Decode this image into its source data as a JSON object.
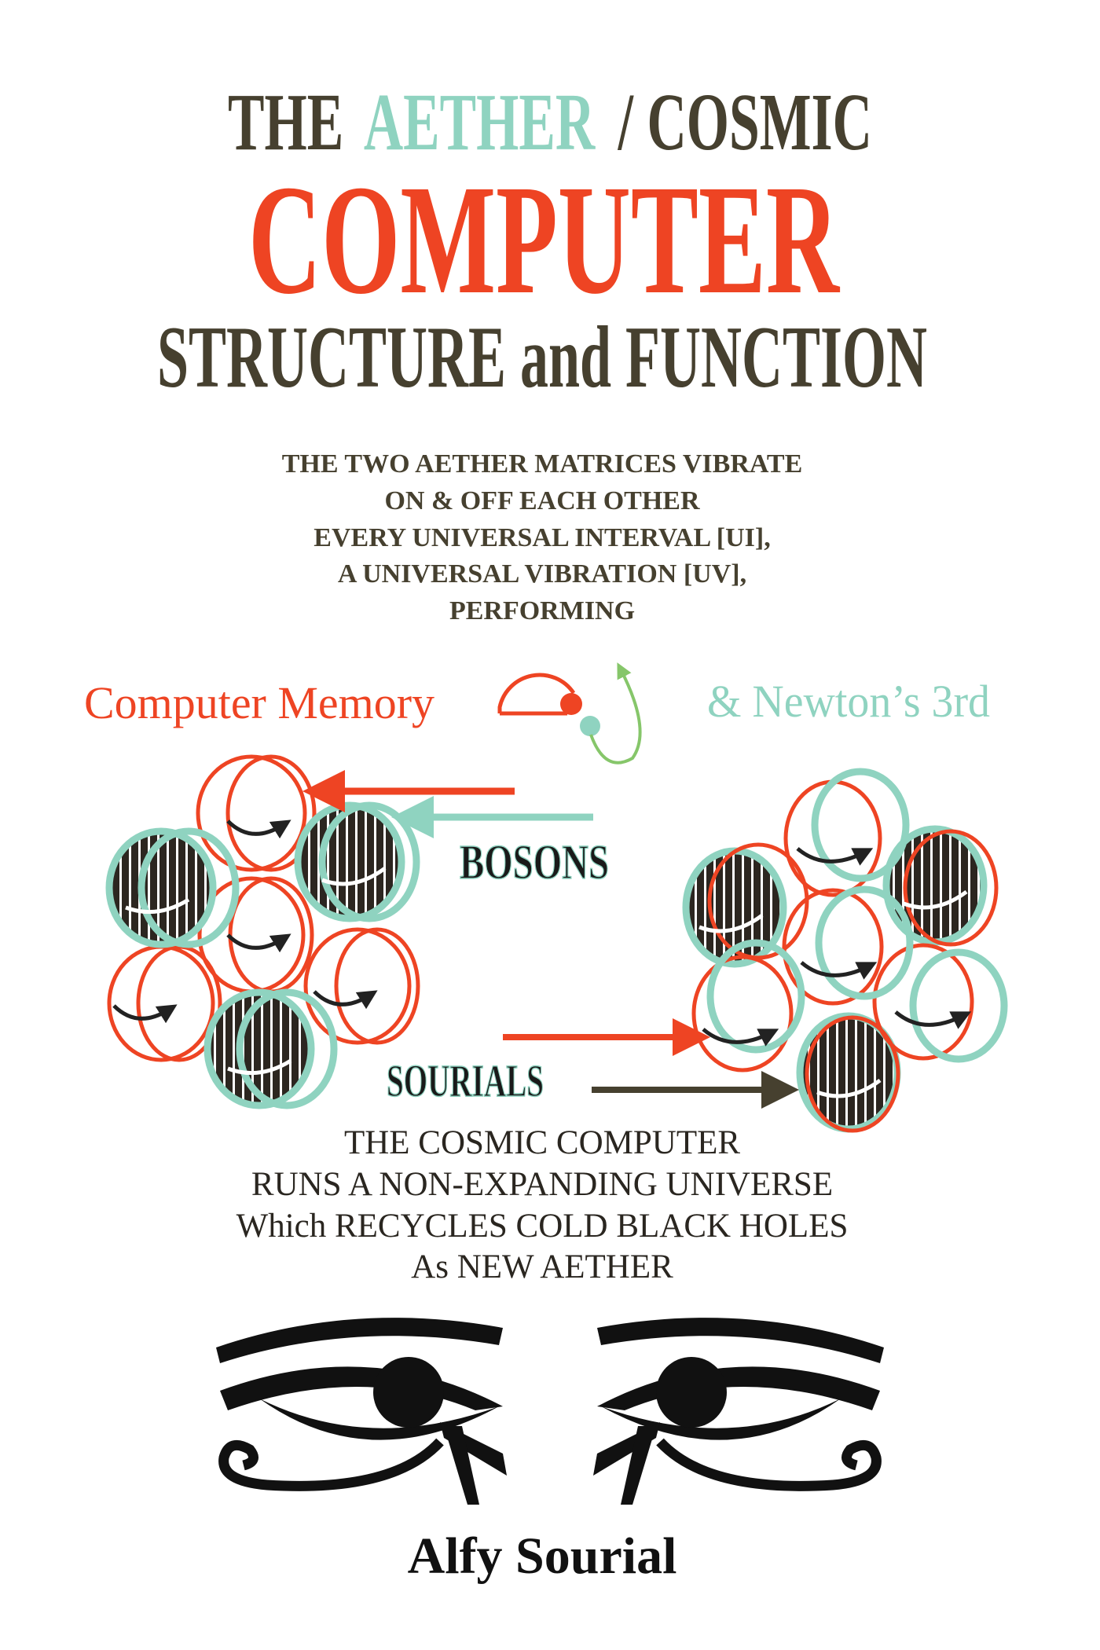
{
  "title": {
    "line1_the": "THE",
    "line1_aether": "AETHER",
    "line1_rest": "/ COSMIC",
    "line2": "COMPUTER",
    "line3": "STRUCTURE and FUNCTION"
  },
  "subtitle": [
    "THE TWO AETHER MATRICES VIBRATE",
    "ON & OFF EACH OTHER",
    "EVERY UNIVERSAL INTERVAL [UI],",
    "A UNIVERSAL VIBRATION [UV],",
    "PERFORMING"
  ],
  "diagram": {
    "left_label": "Computer Memory",
    "right_label": "& Newton’s 3rd",
    "bosons_label": "BOSONS",
    "sourials_label": "SOURIALS"
  },
  "tagline": [
    "THE COSMIC COMPUTER",
    "RUNS A NON-EXPANDING UNIVERSE",
    "Which RECYCLES COLD BLACK HOLES",
    "As NEW AETHER"
  ],
  "author": "Alfy Sourial",
  "colors": {
    "dark": "#46402f",
    "teal": "#8fd3c0",
    "red": "#ee4423",
    "green": "#86c66a"
  }
}
